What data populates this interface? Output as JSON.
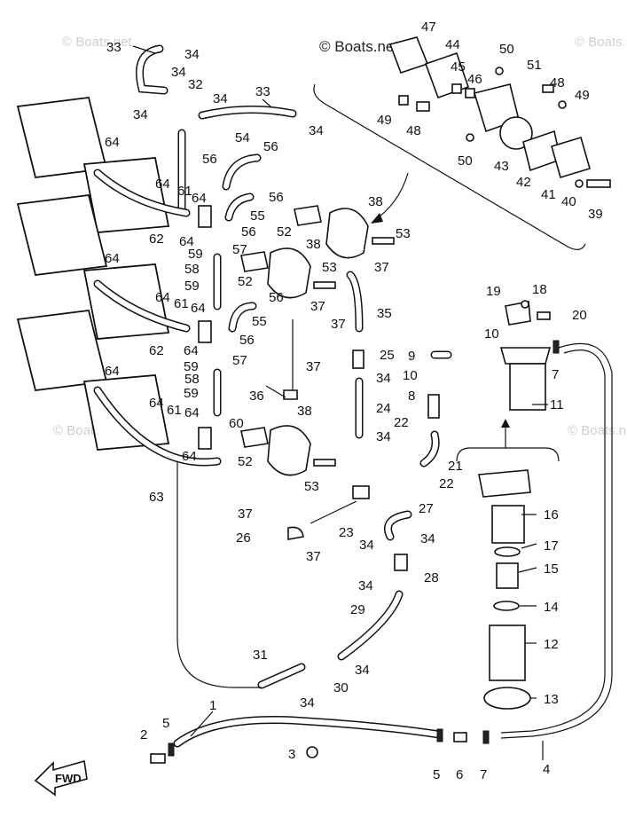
{
  "watermarks": {
    "main": "© Boats.net",
    "faint": "© Boats.net"
  },
  "fwd_label": "FWD",
  "part_labels": [
    {
      "id": "l33a",
      "text": "33"
    },
    {
      "id": "l34a",
      "text": "34"
    },
    {
      "id": "l34b",
      "text": "34"
    },
    {
      "id": "l32",
      "text": "32"
    },
    {
      "id": "l34c",
      "text": "34"
    },
    {
      "id": "l33b",
      "text": "33"
    },
    {
      "id": "l34d",
      "text": "34"
    },
    {
      "id": "l34e",
      "text": "34"
    },
    {
      "id": "l64a",
      "text": "64"
    },
    {
      "id": "l54",
      "text": "54"
    },
    {
      "id": "l56a",
      "text": "56"
    },
    {
      "id": "l56b",
      "text": "56"
    },
    {
      "id": "l64b",
      "text": "64"
    },
    {
      "id": "l61a",
      "text": "61"
    },
    {
      "id": "l64c",
      "text": "64"
    },
    {
      "id": "l56c",
      "text": "56"
    },
    {
      "id": "l38a",
      "text": "38"
    },
    {
      "id": "l55a",
      "text": "55"
    },
    {
      "id": "l62a",
      "text": "62"
    },
    {
      "id": "l64d",
      "text": "64"
    },
    {
      "id": "l56d",
      "text": "56"
    },
    {
      "id": "l52a",
      "text": "52"
    },
    {
      "id": "l53a",
      "text": "53"
    },
    {
      "id": "l57a",
      "text": "57"
    },
    {
      "id": "l38b",
      "text": "38"
    },
    {
      "id": "l59a",
      "text": "59"
    },
    {
      "id": "l64e",
      "text": "64"
    },
    {
      "id": "l58a",
      "text": "58"
    },
    {
      "id": "l53b",
      "text": "53"
    },
    {
      "id": "l37a",
      "text": "37"
    },
    {
      "id": "l52b",
      "text": "52"
    },
    {
      "id": "l59b",
      "text": "59"
    },
    {
      "id": "l56e",
      "text": "56"
    },
    {
      "id": "l64f",
      "text": "64"
    },
    {
      "id": "l61b",
      "text": "61"
    },
    {
      "id": "l37b",
      "text": "37"
    },
    {
      "id": "l35",
      "text": "35"
    },
    {
      "id": "l64g",
      "text": "64"
    },
    {
      "id": "l55b",
      "text": "55"
    },
    {
      "id": "l62b",
      "text": "62"
    },
    {
      "id": "l56f",
      "text": "56"
    },
    {
      "id": "l37c",
      "text": "37"
    },
    {
      "id": "l64h",
      "text": "64"
    },
    {
      "id": "l57b",
      "text": "57"
    },
    {
      "id": "l59c",
      "text": "59"
    },
    {
      "id": "l25",
      "text": "25"
    },
    {
      "id": "l64i",
      "text": "64"
    },
    {
      "id": "l37d",
      "text": "37"
    },
    {
      "id": "l58b",
      "text": "58"
    },
    {
      "id": "l34f",
      "text": "34"
    },
    {
      "id": "l59d",
      "text": "59"
    },
    {
      "id": "l36",
      "text": "36"
    },
    {
      "id": "l38c",
      "text": "38"
    },
    {
      "id": "l24",
      "text": "24"
    },
    {
      "id": "l64j",
      "text": "64"
    },
    {
      "id": "l61c",
      "text": "61"
    },
    {
      "id": "l64k",
      "text": "64"
    },
    {
      "id": "l60",
      "text": "60"
    },
    {
      "id": "l22a",
      "text": "22"
    },
    {
      "id": "l34g",
      "text": "34"
    },
    {
      "id": "l64l",
      "text": "64"
    },
    {
      "id": "l52c",
      "text": "52"
    },
    {
      "id": "l53c",
      "text": "53"
    },
    {
      "id": "l21",
      "text": "21"
    },
    {
      "id": "l22b",
      "text": "22"
    },
    {
      "id": "l63",
      "text": "63"
    },
    {
      "id": "l37e",
      "text": "37"
    },
    {
      "id": "l27",
      "text": "27"
    },
    {
      "id": "l26",
      "text": "26"
    },
    {
      "id": "l23",
      "text": "23"
    },
    {
      "id": "l34h",
      "text": "34"
    },
    {
      "id": "l34i",
      "text": "34"
    },
    {
      "id": "l37f",
      "text": "37"
    },
    {
      "id": "l28",
      "text": "28"
    },
    {
      "id": "l34j",
      "text": "34"
    },
    {
      "id": "l29",
      "text": "29"
    },
    {
      "id": "l31",
      "text": "31"
    },
    {
      "id": "l30",
      "text": "30"
    },
    {
      "id": "l34k",
      "text": "34"
    },
    {
      "id": "l34l",
      "text": "34"
    },
    {
      "id": "l1",
      "text": "1"
    },
    {
      "id": "l5a",
      "text": "5"
    },
    {
      "id": "l2",
      "text": "2"
    },
    {
      "id": "l3",
      "text": "3"
    },
    {
      "id": "l5b",
      "text": "5"
    },
    {
      "id": "l6",
      "text": "6"
    },
    {
      "id": "l7a",
      "text": "7"
    },
    {
      "id": "l4",
      "text": "4"
    },
    {
      "id": "l47",
      "text": "47"
    },
    {
      "id": "l44",
      "text": "44"
    },
    {
      "id": "l45",
      "text": "45"
    },
    {
      "id": "l46",
      "text": "46"
    },
    {
      "id": "l50a",
      "text": "50"
    },
    {
      "id": "l51",
      "text": "51"
    },
    {
      "id": "l48a",
      "text": "48"
    },
    {
      "id": "l49a",
      "text": "49"
    },
    {
      "id": "l49b",
      "text": "49"
    },
    {
      "id": "l48b",
      "text": "48"
    },
    {
      "id": "l50b",
      "text": "50"
    },
    {
      "id": "l43",
      "text": "43"
    },
    {
      "id": "l42",
      "text": "42"
    },
    {
      "id": "l41",
      "text": "41"
    },
    {
      "id": "l40",
      "text": "40"
    },
    {
      "id": "l39",
      "text": "39"
    },
    {
      "id": "l19",
      "text": "19"
    },
    {
      "id": "l18",
      "text": "18"
    },
    {
      "id": "l20",
      "text": "20"
    },
    {
      "id": "l10a",
      "text": "10"
    },
    {
      "id": "l9",
      "text": "9"
    },
    {
      "id": "l7b",
      "text": "7"
    },
    {
      "id": "l10b",
      "text": "10"
    },
    {
      "id": "l8",
      "text": "8"
    },
    {
      "id": "l11",
      "text": "11"
    },
    {
      "id": "l16",
      "text": "16"
    },
    {
      "id": "l17",
      "text": "17"
    },
    {
      "id": "l15",
      "text": "15"
    },
    {
      "id": "l14",
      "text": "14"
    },
    {
      "id": "l12",
      "text": "12"
    },
    {
      "id": "l13",
      "text": "13"
    }
  ]
}
